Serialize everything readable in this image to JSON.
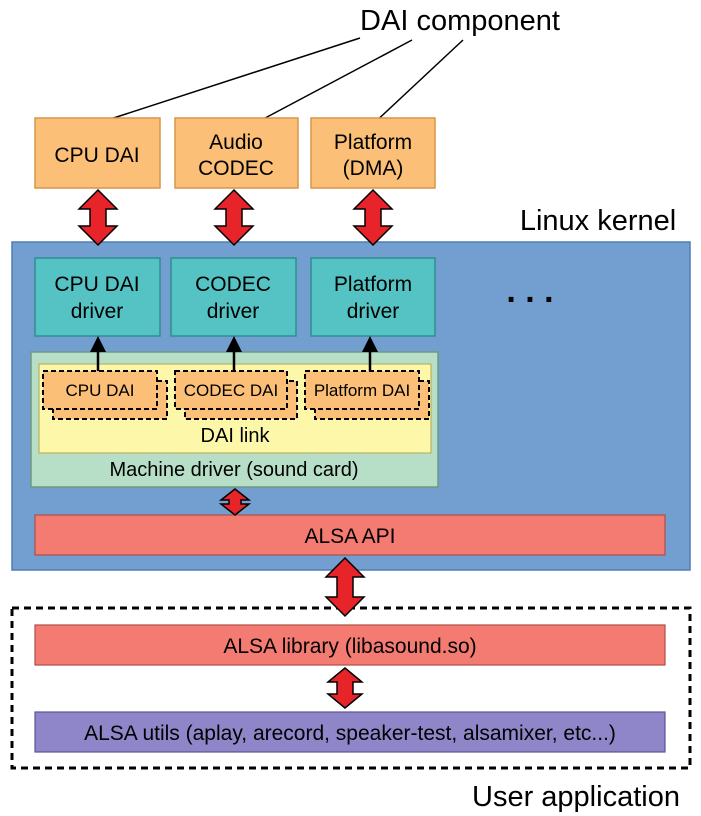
{
  "labels": {
    "dai_component": "DAI component",
    "linux_kernel": "Linux kernel",
    "user_application": "User application",
    "ellipsis": ". . .",
    "cpu_dai": "CPU DAI",
    "audio_codec_1": "Audio",
    "audio_codec_2": "CODEC",
    "platform_dma_1": "Platform",
    "platform_dma_2": "(DMA)",
    "cpu_dai_driver_1": "CPU DAI",
    "cpu_dai_driver_2": "driver",
    "codec_driver_1": "CODEC",
    "codec_driver_2": "driver",
    "platform_driver_1": "Platform",
    "platform_driver_2": "driver",
    "link_cpu_dai": "CPU DAI",
    "link_codec_dai": "CODEC DAI",
    "link_platform_dai": "Platform DAI",
    "dai_link": "DAI link",
    "machine_driver": "Machine driver (sound card)",
    "alsa_api": "ALSA API",
    "alsa_library": "ALSA library (libasound.so)",
    "alsa_utils": "ALSA utils (aplay, arecord, speaker-test, alsamixer, etc...)"
  },
  "colors": {
    "component_fill": "#fbbf77",
    "component_stroke": "#d9954a",
    "kernel_fill": "#729fcf",
    "kernel_stroke": "#4f7fb5",
    "driver_fill": "#55c3c4",
    "machine_fill": "#b7dfc8",
    "dai_link_fill": "#fdf8a9",
    "alsa_red": "#f37b72",
    "utils_purple": "#8e86c9",
    "arrow_red": "#e8242b"
  }
}
